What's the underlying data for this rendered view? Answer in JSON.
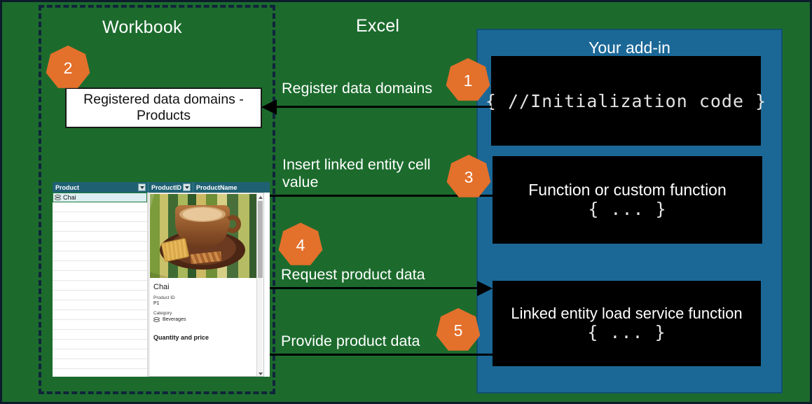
{
  "diagram": {
    "workbook_title": "Workbook",
    "excel_title": "Excel",
    "addin_title": "Your add-in",
    "registered_box": "Registered data domains - Products",
    "steps": [
      {
        "number": "1",
        "label": "Register data domains"
      },
      {
        "number": "2",
        "label": ""
      },
      {
        "number": "3",
        "label": "Insert linked entity cell value"
      },
      {
        "number": "4",
        "label": "Request product data"
      },
      {
        "number": "5",
        "label": "Provide product data"
      }
    ],
    "code_boxes": [
      {
        "mono": "{ //Initialization code }",
        "sans": ""
      },
      {
        "sans": "Function or custom function",
        "mono": "{ ... }"
      },
      {
        "sans": "Linked entity load service function",
        "mono": "{ ... }"
      }
    ],
    "colors": {
      "canvas_green": "#1c6b2d",
      "addin_blue": "#1b6897",
      "badge_orange": "#e3702b",
      "dash_navy": "#10243b",
      "code_black": "#000000"
    }
  },
  "excel": {
    "columns": [
      {
        "header": "Product",
        "has_filter": true
      },
      {
        "header": "ProductID",
        "has_filter": true
      },
      {
        "header": "ProductName",
        "has_filter": false
      }
    ],
    "selected_cell": "Chai",
    "empty_row_count": 18,
    "entity_card": {
      "title": "Chai",
      "fields": [
        {
          "label": "Product ID",
          "value": "P1",
          "icon": false
        },
        {
          "label": "Category",
          "value": "Beverages",
          "icon": true
        }
      ],
      "section_heading": "Quantity and price",
      "photo_alt": "cup-of-chai-photo"
    }
  }
}
